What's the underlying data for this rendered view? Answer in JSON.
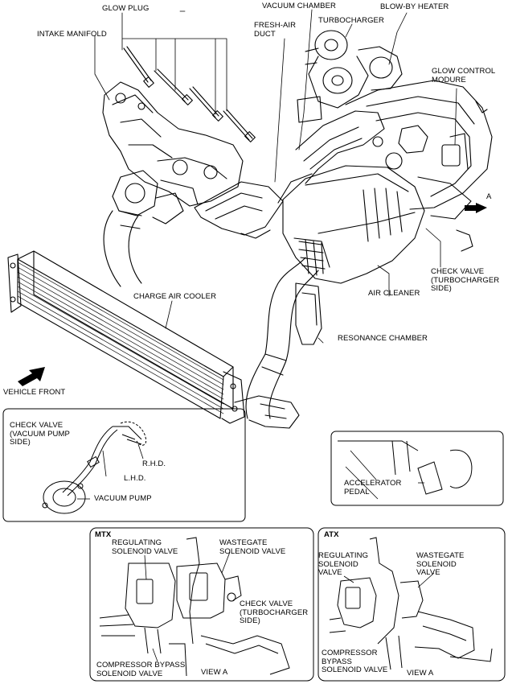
{
  "labels": {
    "glow_plug": "GLOW PLUG",
    "vacuum_chamber": "VACUUM CHAMBER",
    "blow_by_heater": "BLOW-BY HEATER",
    "turbocharger": "TURBOCHARGER",
    "intake_manifold": "INTAKE MANIFOLD",
    "fresh_air_duct": "FRESH-AIR\nDUCT",
    "glow_control_module": "GLOW CONTROL\nMODURE",
    "arrow_a": "A",
    "check_valve_turbo": "CHECK VALVE\n(TURBOCHARGER\nSIDE)",
    "air_cleaner": "AIR CLEANER",
    "charge_air_cooler": "CHARGE AIR COOLER",
    "resonance_chamber": "RESONANCE CHAMBER",
    "vehicle_front": "VEHICLE FRONT"
  },
  "inset_vacuum": {
    "check_valve": "CHECK VALVE\n(VACUUM PUMP\nSIDE)",
    "rhd": "R.H.D.",
    "lhd": "L.H.D.",
    "vacuum_pump": "VACUUM PUMP"
  },
  "inset_pedal": {
    "accelerator_pedal": "ACCELERATOR\nPEDAL"
  },
  "view_a": {
    "mtx": {
      "title": "MTX",
      "regulating": "REGULATING\nSOLENOID VALVE",
      "wastegate": "WASTEGATE\nSOLENOID VALVE",
      "check_valve": "CHECK VALVE\n(TURBOCHARGER\nSIDE)",
      "compressor": "COMPRESSOR BYPASS\nSOLENOID VALVE",
      "view": "VIEW A"
    },
    "atx": {
      "title": "ATX",
      "regulating": "REGULATING\nSOLENOID\nVALVE",
      "wastegate": "WASTEGATE\nSOLENOID\nVALVE",
      "compressor": "COMPRESSOR\nBYPASS\nSOLENOID VALVE",
      "view": "VIEW A"
    }
  }
}
